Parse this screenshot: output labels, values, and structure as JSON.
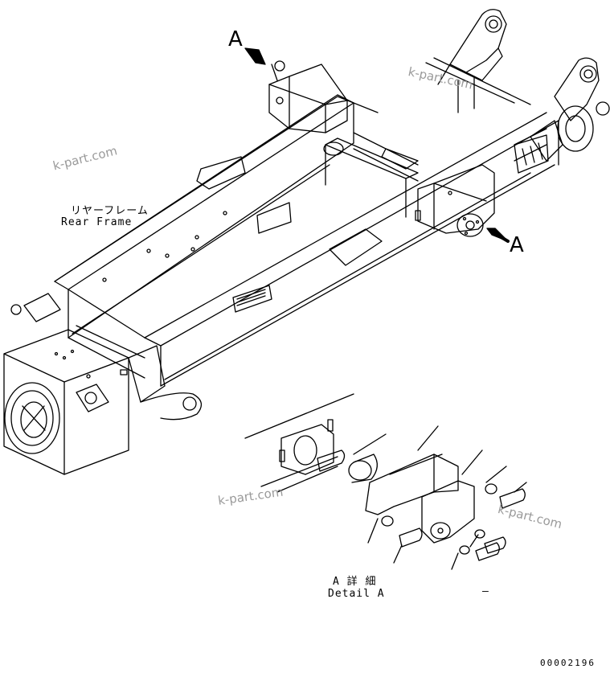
{
  "labels": {
    "view_a_top": "A",
    "view_a_right": "A",
    "rear_frame_jp": "リヤーフレーム",
    "rear_frame_en": "Rear Frame",
    "detail_jp": "A 詳 細",
    "detail_en": "Detail A",
    "dash": "–",
    "part_number": "00002196"
  },
  "watermark": {
    "text": "k-part.com",
    "color": "#9a9a9a"
  },
  "colors": {
    "line": "#000000",
    "background": "#ffffff"
  }
}
